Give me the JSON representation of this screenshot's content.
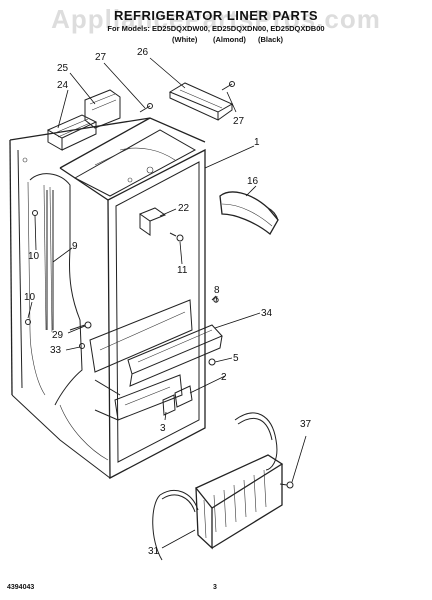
{
  "header": {
    "watermark": "AppliancePartsPros.com",
    "title": "REFRIGERATOR LINER PARTS",
    "models": "For Models: ED25DQXDW00, ED25DQXDN00, ED25DQXDB00",
    "variants": [
      "(White)",
      "(Almond)",
      "(Black)"
    ]
  },
  "callouts": [
    "27",
    "26",
    "25",
    "24",
    "27",
    "1",
    "16",
    "22",
    "10",
    "9",
    "11",
    "8",
    "10",
    "34",
    "29",
    "33",
    "5",
    "2",
    "3",
    "37",
    "31"
  ],
  "footer": {
    "doc_number": "4394043",
    "page_number": "3"
  }
}
